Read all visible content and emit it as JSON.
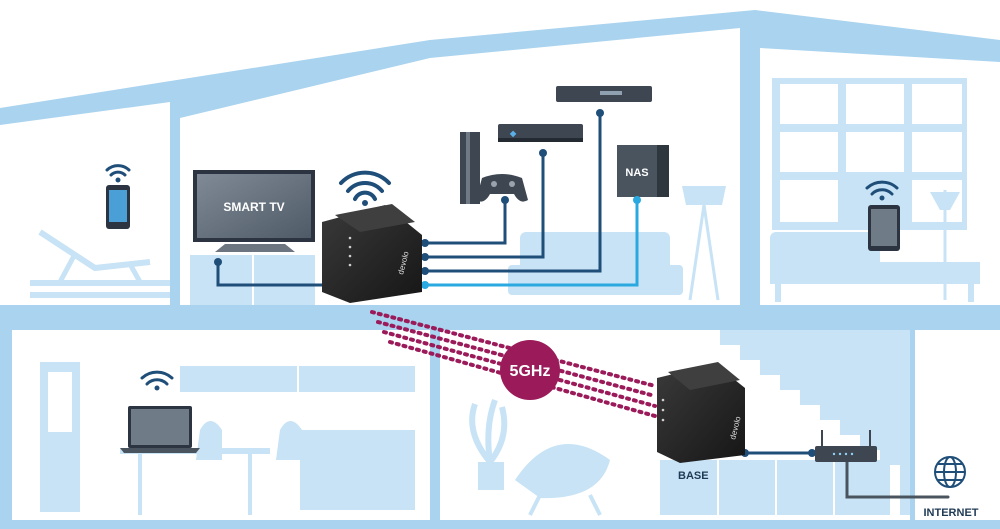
{
  "labels": {
    "smart_tv": "SMART TV",
    "nas": "NAS",
    "band": "5GHz",
    "base": "BASE",
    "internet": "INTERNET",
    "brand": "devolo"
  },
  "colors": {
    "house_fill": "#a9d3ee",
    "room_fill": "#ffffff",
    "furniture": "#c7e3f5",
    "furniture_line": "#a9d3ee",
    "cable_dark": "#1f4e79",
    "cable_light": "#2aa8e0",
    "wireless_dots": "#9b1b5a",
    "badge": "#9b1b5a",
    "device": "#222222",
    "icon": "#1f4e79",
    "text_dark": "#1f3a55"
  }
}
